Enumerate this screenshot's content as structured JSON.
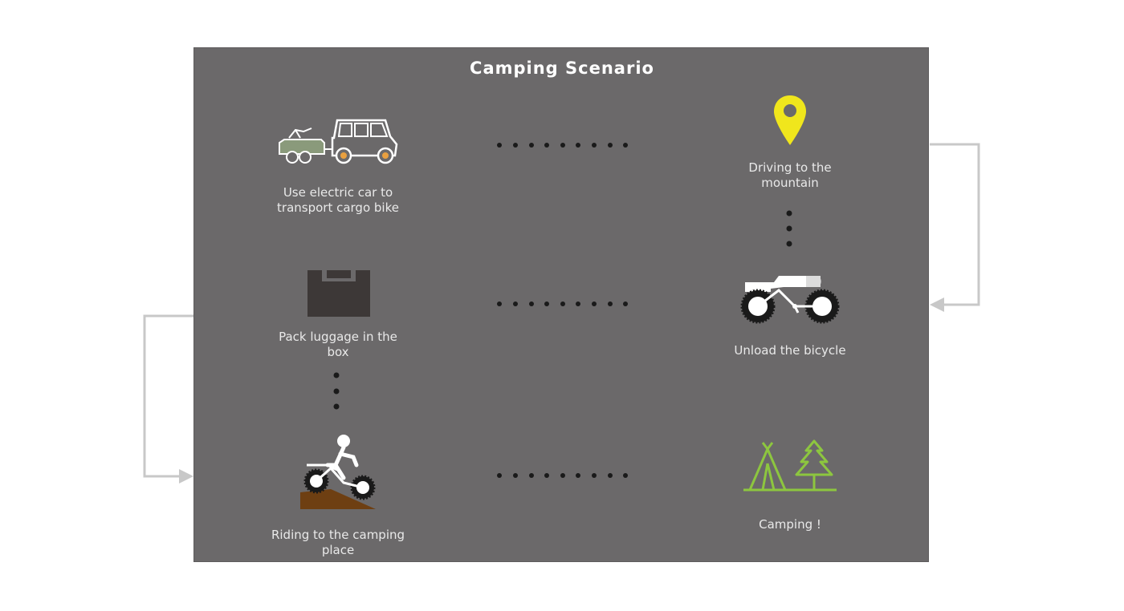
{
  "title": "Camping Scenario",
  "steps": [
    {
      "label_lines": [
        "Use electric car to",
        "transport cargo bike"
      ],
      "icon": "car-with-trailer-icon"
    },
    {
      "label_lines": [
        "Driving to the",
        "mountain"
      ],
      "icon": "location-pin-icon"
    },
    {
      "label_lines": [
        "Unload the bicycle"
      ],
      "icon": "cargo-bicycle-icon"
    },
    {
      "label_lines": [
        "Pack luggage in the",
        "box"
      ],
      "icon": "luggage-box-icon"
    },
    {
      "label_lines": [
        "Riding to the camping",
        "place"
      ],
      "icon": "riding-bike-icon"
    },
    {
      "label_lines": [
        "Camping !"
      ],
      "icon": "tent-tree-icon"
    }
  ],
  "colors": {
    "background": "#ffffff",
    "panel": "#6b696a",
    "text": "#e9e9e9",
    "pin": "#f0e61c",
    "camp": "#8dc63f",
    "dots": "#1a1a1a",
    "arrow": "#c8c8c8",
    "box": "#3d3837",
    "ground": "#6e3f12"
  }
}
